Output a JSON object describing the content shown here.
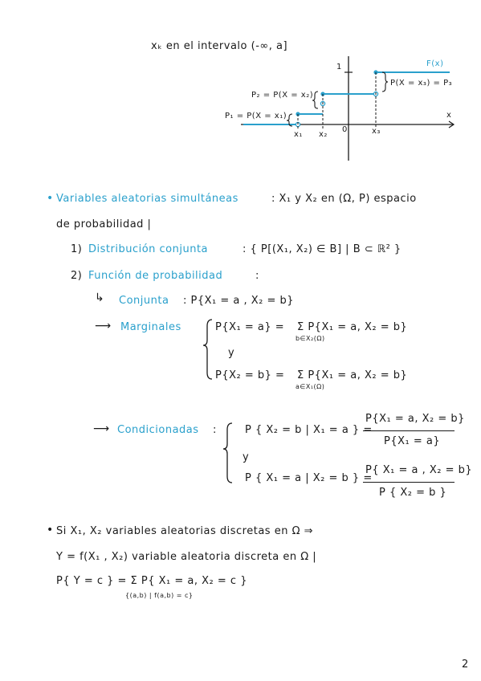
{
  "header_line": "xₖ en el intervalo (-∞, a]",
  "graph": {
    "y_tick_label": "1",
    "f_label": "F(x)",
    "x_axis_label": "x",
    "origin_label": "0",
    "x_ticks": [
      "x₁",
      "x₂",
      "x₃"
    ],
    "p1_label": "P₁ = P(X = x₁)",
    "p2_label": "P₂ = P(X = x₂)",
    "p3_label": "P(X = x₃) = P₃",
    "line_color": "#2aa0cc"
  },
  "section1": {
    "bullet": "•",
    "title": "Variables aleatorias simultáneas",
    "intro_rest": ": X₁ y X₂ en (Ω, P) espacio",
    "intro_line2": "de probabilidad |",
    "item1_num": "1)",
    "item1_title": "Distribución conjunta",
    "item1_rest": ": { P[(X₁, X₂) ∈ B] | B ⊂ ℝ² }",
    "item2_num": "2)",
    "item2_title": "Función de probabilidad",
    "item2_colon": ":",
    "conjunta_arrow": "↳",
    "conjunta_title": "Conjunta",
    "conjunta_rest": ": P{X₁ = a , X₂ = b}",
    "marginales_arrow": "⟶",
    "marginales_title": "Marginales",
    "marg1_lhs": "P{X₁ = a} =",
    "marg1_rhs": "Σ P{X₁ = a, X₂ = b}",
    "marg1_sub": "b∈X₂(Ω)",
    "marg_y": "y",
    "marg2_lhs": "P{X₂ = b} =",
    "marg2_rhs": "Σ P{X₁ = a, X₂ = b}",
    "marg2_sub": "a∈X₁(Ω)",
    "cond_arrow": "⟶",
    "cond_title": "Condicionadas",
    "cond_colon": ":",
    "cond1_lhs": "P { X₂ = b | X₁ = a } =",
    "cond1_num": "P{X₁ = a, X₂ = b}",
    "cond1_den": "P{X₁ = a}",
    "cond_y": "y",
    "cond2_lhs": "P { X₁ = a | X₂ = b } =",
    "cond2_num": "P{ X₁ = a , X₂ = b}",
    "cond2_den": "P { X₂ = b }"
  },
  "section2": {
    "bullet": "•",
    "line1": "Si X₁, X₂ variables aleatorias discretas en Ω ⇒",
    "line2": "Y = f(X₁ , X₂) variable aleatoria discreta en Ω |",
    "line3": "P{ Y = c } = Σ P{ X₁ = a, X₂ = c }",
    "line3_sub": "{(a,b) | f(a,b) = c}"
  },
  "page_number": "2"
}
